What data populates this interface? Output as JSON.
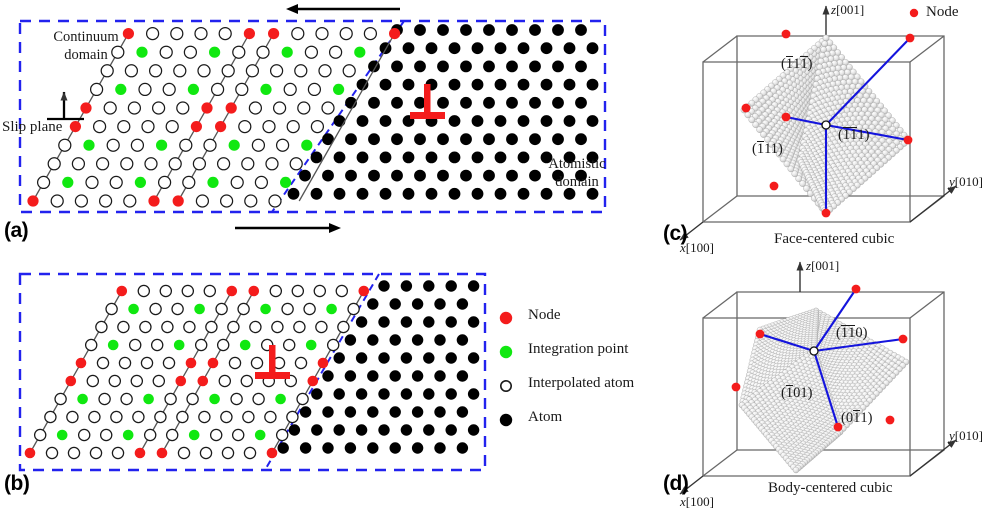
{
  "figure": {
    "panels": [
      {
        "id": "a",
        "label": "(a)",
        "annotations": {
          "continuum_domain": "Continuum\ndomain",
          "continuum_domain_line1": "Continuum",
          "continuum_domain_line2": "domain",
          "atomistic_domain_line1": "Atomistic",
          "atomistic_domain_line2": "domain",
          "slip_plane": "Slip plane"
        },
        "arrows": [
          {
            "name": "top-shear-arrow",
            "direction": "left"
          },
          {
            "name": "bottom-shear-arrow",
            "direction": "right"
          }
        ],
        "dislocation_symbol": "⊥",
        "dislocation_location": "atomistic-domain"
      },
      {
        "id": "b",
        "label": "(b)",
        "dislocation_symbol": "⊥",
        "dislocation_location": "continuum-domain"
      },
      {
        "id": "c",
        "label": "(c)",
        "caption": "Face-centered cubic",
        "legend": [
          {
            "marker": "red-dot",
            "label": "Node"
          }
        ],
        "axes": [
          {
            "name": "z-axis",
            "symbol": "z",
            "index": "[001]"
          },
          {
            "name": "y-axis",
            "symbol": "y",
            "index": "[010]"
          },
          {
            "name": "x-axis",
            "symbol": "x",
            "index": "[100]"
          }
        ],
        "planes": [
          {
            "name": "plane-1",
            "open": "(",
            "d1": "1",
            "d1bar": true,
            "d2": "1",
            "d2bar": false,
            "d3": "1",
            "d3bar": true,
            "close": ")"
          },
          {
            "name": "plane-2",
            "open": "(",
            "d1": "1",
            "d1bar": true,
            "d2": "1",
            "d2bar": true,
            "d3": "1",
            "d3bar": false,
            "close": ")"
          },
          {
            "name": "plane-3",
            "open": "(",
            "d1": "1",
            "d1bar": true,
            "d2": "1",
            "d2bar": false,
            "d3": "1",
            "d3bar": false,
            "close": ")"
          }
        ],
        "shape": "octahedron"
      },
      {
        "id": "d",
        "label": "(d)",
        "caption": "Body-centered cubic",
        "axes": [
          {
            "name": "z-axis",
            "symbol": "z",
            "index": "[001]"
          },
          {
            "name": "y-axis",
            "symbol": "y",
            "index": "[010]"
          },
          {
            "name": "x-axis",
            "symbol": "x",
            "index": "[100]"
          }
        ],
        "planes": [
          {
            "name": "plane-1",
            "open": "(",
            "d1": "1",
            "d1bar": true,
            "d2": "1",
            "d2bar": true,
            "d3": "0",
            "d3bar": false,
            "close": ")"
          },
          {
            "name": "plane-2",
            "open": "(",
            "d1": "1",
            "d1bar": true,
            "d2": "0",
            "d2bar": false,
            "d3": "1",
            "d3bar": false,
            "close": ")"
          },
          {
            "name": "plane-3",
            "open": "(",
            "d1": "0",
            "d1bar": false,
            "d2": "1",
            "d2bar": true,
            "d3": "1",
            "d3bar": false,
            "close": ")"
          }
        ],
        "shape": "rhombic-dodecahedron"
      }
    ]
  },
  "legend": {
    "title": "",
    "items": [
      {
        "name": "node",
        "label": "Node",
        "color": "#f41c1c",
        "style": "filled"
      },
      {
        "name": "integration-point",
        "label": "Integration point",
        "color": "#10e810",
        "style": "filled"
      },
      {
        "name": "interpolated-atom",
        "label": "Interpolated atom",
        "color": "#ffffff",
        "style": "open"
      },
      {
        "name": "atom",
        "label": "Atom",
        "color": "#000000",
        "style": "filled"
      }
    ]
  },
  "colors": {
    "node": "#f41c1c",
    "integration_point": "#10e810",
    "atom": "#000000",
    "interpolated_atom_stroke": "#1a1a1a",
    "domain_border": "#2222ee",
    "mesh_line": "#555555",
    "dislocation": "#f41c1c",
    "bond_line": "#1414dd",
    "cube_line": "#606060",
    "sphere_fill": "#e0e0e0"
  }
}
